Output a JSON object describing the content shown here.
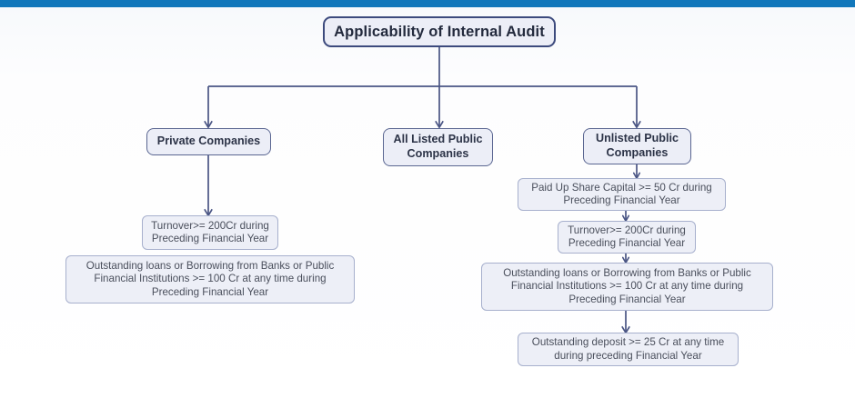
{
  "page": {
    "title": "Applicability of Internal Audit",
    "background_color": "#ffffff",
    "accent_bar_color": "#1177bb",
    "node_fill": "#eceef7",
    "node_border": "#9aa3c4",
    "root_border": "#3c4a7d",
    "connector_color": "#4a5584"
  },
  "diagram": {
    "type": "flowchart",
    "orientation": "top-down",
    "root": {
      "id": "root",
      "label": "Applicability of Internal Audit"
    },
    "branches": [
      {
        "id": "private-companies",
        "label": "Private Companies",
        "conditions": [
          {
            "id": "private-turnover",
            "label": "Turnover>= 200Cr during Preceding Financial Year",
            "line1": "Turnover>= 200Cr during",
            "line2": "Preceding Financial Year"
          },
          {
            "id": "private-loans",
            "label": "Outstanding loans or Borrowing from Banks or Public Financial Institutions >= 100 Cr at any time during Preceding Financial Year",
            "line1": "Outstanding loans or Borrowing from Banks or Public",
            "line2": "Financial Institutions >= 100 Cr at any time during",
            "line3": "Preceding Financial Year"
          }
        ]
      },
      {
        "id": "all-listed-public-companies",
        "label": "All Listed Public Companies",
        "line1": "All Listed Public",
        "line2": "Companies",
        "conditions": []
      },
      {
        "id": "unlisted-public-companies",
        "label": "Unlisted Public Companies",
        "line1": "Unlisted Public",
        "line2": "Companies",
        "conditions": [
          {
            "id": "unlisted-share-capital",
            "label": "Paid Up Share Capital >= 50 Cr during Preceding Financial Year",
            "line1": "Paid Up Share Capital >= 50 Cr during",
            "line2": "Preceding Financial Year"
          },
          {
            "id": "unlisted-turnover",
            "label": "Turnover>= 200Cr during Preceding Financial Year",
            "line1": "Turnover>= 200Cr during",
            "line2": "Preceding Financial Year"
          },
          {
            "id": "unlisted-loans",
            "label": "Outstanding loans or Borrowing from Banks or Public Financial Institutions >= 100 Cr at any time during Preceding Financial Year",
            "line1": "Outstanding loans or Borrowing from Banks or Public",
            "line2": "Financial Institutions >= 100 Cr at any time during",
            "line3": "Preceding Financial Year"
          },
          {
            "id": "unlisted-deposit",
            "label": "Outstanding deposit >= 25 Cr at any time during preceding Financial Year",
            "line1": "Outstanding deposit >= 25 Cr at any time",
            "line2": "during preceding Financial Year"
          }
        ]
      }
    ]
  }
}
